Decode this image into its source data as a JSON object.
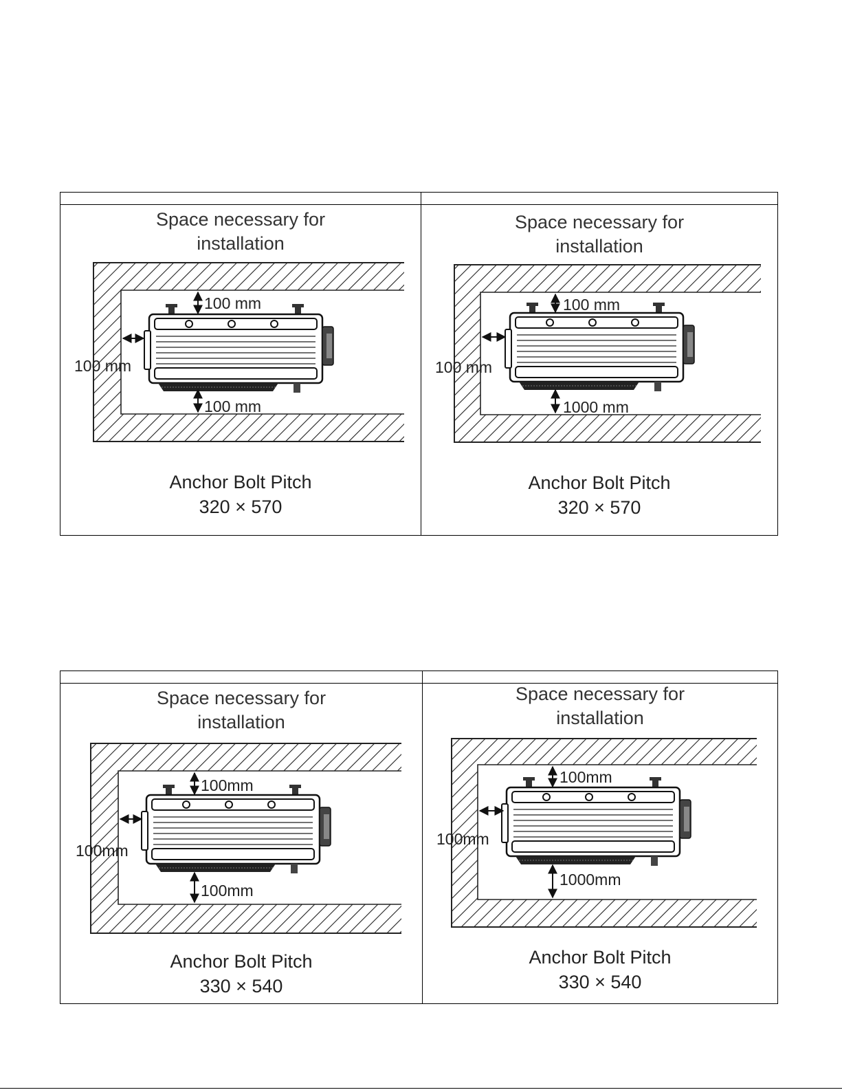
{
  "tables": [
    {
      "cells": [
        {
          "heading_line1": "Space necessary for",
          "heading_line2": "installation",
          "top_clearance": "100 mm",
          "side_clearance": "100 mm",
          "bottom_clearance": "100 mm",
          "caption_line1": "Anchor Bolt Pitch",
          "caption_line2": "320 × 570"
        },
        {
          "heading_line1": "Space necessary for",
          "heading_line2": "installation",
          "top_clearance": "100 mm",
          "side_clearance": "100 mm",
          "bottom_clearance": "1000 mm",
          "caption_line1": "Anchor Bolt Pitch",
          "caption_line2": "320 × 570"
        }
      ]
    },
    {
      "cells": [
        {
          "heading_line1": "Space necessary for",
          "heading_line2": "installation",
          "top_clearance": "100mm",
          "side_clearance": "100mm",
          "bottom_clearance": "100mm",
          "caption_line1": "Anchor Bolt Pitch",
          "caption_line2": "330 × 540"
        },
        {
          "heading_line1": "Space necessary for",
          "heading_line2": "installation",
          "top_clearance": "100mm",
          "side_clearance": "100mm",
          "bottom_clearance": "1000mm",
          "caption_line1": "Anchor Bolt Pitch",
          "caption_line2": "330 × 540"
        }
      ]
    }
  ]
}
